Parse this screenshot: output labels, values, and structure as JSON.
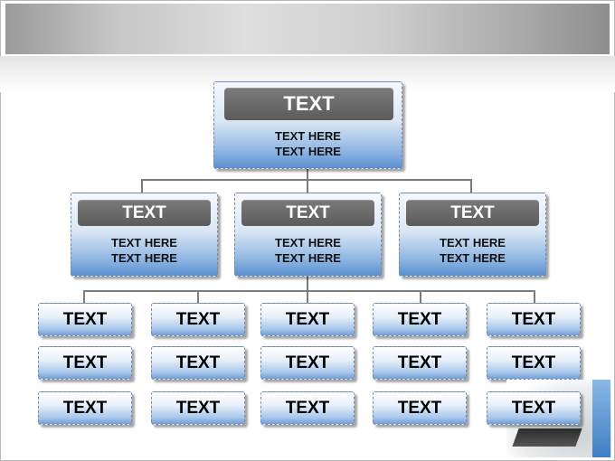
{
  "top": {
    "title": "TEXT",
    "lines": [
      "TEXT HERE",
      "TEXT HERE"
    ]
  },
  "middle": [
    {
      "title": "TEXT",
      "lines": [
        "TEXT HERE",
        "TEXT HERE"
      ]
    },
    {
      "title": "TEXT",
      "lines": [
        "TEXT HERE",
        "TEXT HERE"
      ]
    },
    {
      "title": "TEXT",
      "lines": [
        "TEXT HERE",
        "TEXT HERE"
      ]
    }
  ],
  "grid": [
    [
      "TEXT",
      "TEXT",
      "TEXT",
      "TEXT",
      "TEXT"
    ],
    [
      "TEXT",
      "TEXT",
      "TEXT",
      "TEXT",
      "TEXT"
    ],
    [
      "TEXT",
      "TEXT",
      "TEXT",
      "TEXT",
      "TEXT"
    ]
  ],
  "colors": {
    "title_bar": "#666666",
    "box_gradient_end": "#5a8fd0",
    "connector": "#7c7c7c"
  }
}
